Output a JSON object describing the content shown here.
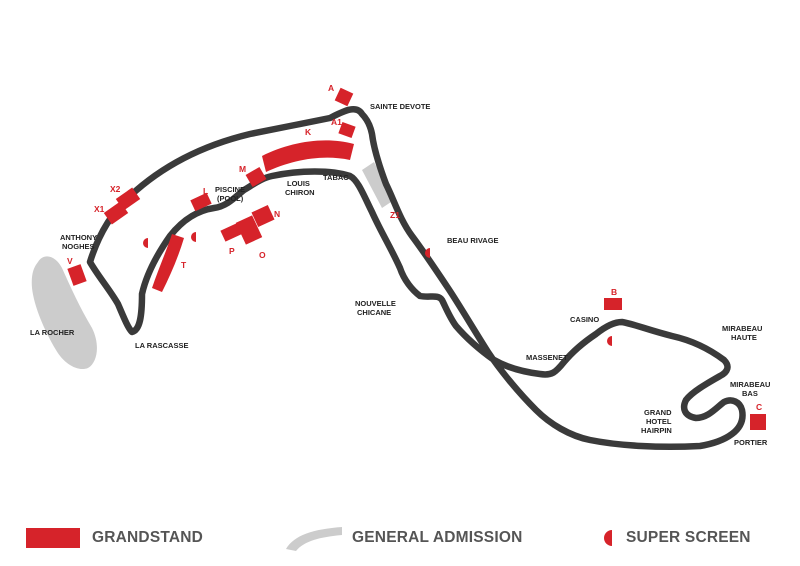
{
  "colors": {
    "track": "#3a3a3a",
    "grandstand": "#d6232a",
    "general_admission": "#cccccc",
    "label_text": "#222222",
    "legend_text": "#555555"
  },
  "grandstands": {
    "A": "A",
    "A1": "A1",
    "K": "K",
    "M": "M",
    "L": "L",
    "X1": "X1",
    "X2": "X2",
    "V": "V",
    "T": "T",
    "N": "N",
    "O": "O",
    "P": "P",
    "B": "B",
    "C": "C"
  },
  "general_admission_areas": {
    "Z1": "Z1"
  },
  "corners": {
    "sainte_devote": "SAINTE DEVOTE",
    "tabac": "TABAC",
    "louis_chiron": [
      "LOUIS",
      "CHIRON"
    ],
    "piscine": [
      "PISCINE",
      "(POOL)"
    ],
    "anthony_noghes": [
      "ANTHONY",
      "NOGHES"
    ],
    "la_rascasse": "LA RASCASSE",
    "la_rocher": "LA ROCHER",
    "beau_rivage": "BEAU RIVAGE",
    "nouvelle_chicane": [
      "NOUVELLE",
      "CHICANE"
    ],
    "massenet": "MASSENET",
    "casino": "CASINO",
    "mirabeau_haute": [
      "MIRABEAU",
      "HAUTE"
    ],
    "mirabeau_bas": [
      "MIRABEAU",
      "BAS"
    ],
    "grand_hotel_hairpin": [
      "GRAND",
      "HOTEL",
      "HAIRPIN"
    ],
    "portier": "PORTIER"
  },
  "legend": {
    "grandstand": "GRANDSTAND",
    "general_admission": "GENERAL ADMISSION",
    "super_screen": "SUPER SCREEN"
  }
}
